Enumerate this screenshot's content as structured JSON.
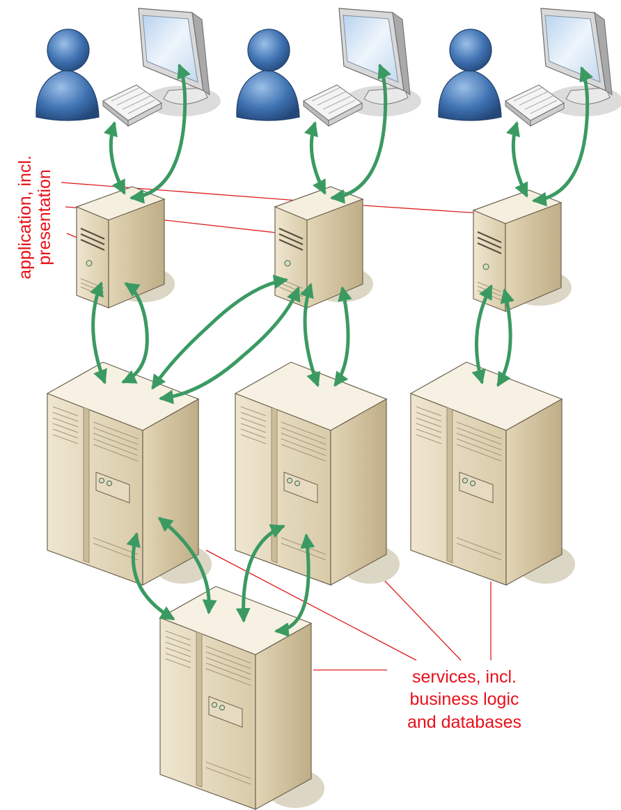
{
  "labels": {
    "application_line1": "application, incl.",
    "application_line2": "presentation",
    "services_line1": "services, incl.",
    "services_line2": "business logic",
    "services_line3": "and databases"
  },
  "colors": {
    "label": "#e8101a",
    "leader_line": "#dd1c1c",
    "arrow": "#3a9a62",
    "person": "#3c6fae",
    "server_light": "#f1e9d6",
    "server_front": "#e4d8bc",
    "server_side": "#cdbd98",
    "monitor_body": "#f2f2f2",
    "monitor_screen": "#cfe2f4",
    "shadow": "#d9d4c4"
  },
  "icons": {
    "users": "person-icon",
    "clients": "monitor-keyboard-icon",
    "app_servers": "tower-server-icon",
    "service_servers": "rack-server-icon"
  }
}
